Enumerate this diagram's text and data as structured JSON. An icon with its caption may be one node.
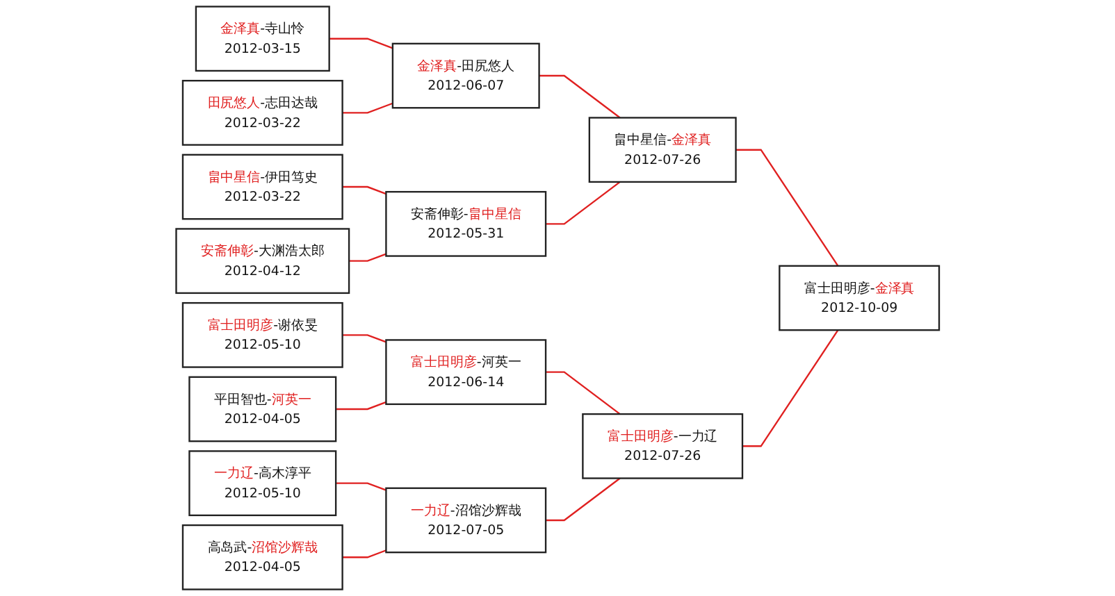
{
  "diagram": {
    "nodes": [
      {
        "text": [
          "**金泽真**-寺山怜",
          "2012-03-15"
        ]
      },
      {
        "text": [
          "**田尻悠人**-志田达哉",
          "2012-03-22"
        ]
      },
      {
        "text": [
          "**畠中星信**-伊田笃史",
          "2012-03-22"
        ]
      },
      {
        "text": [
          "**安斋伸彰**-大渊浩太郎",
          "2012-04-12"
        ]
      },
      {
        "text": [
          "**富士田明彦**-谢依旻",
          "2012-05-10"
        ]
      },
      {
        "text": [
          "平田智也-**河英一**",
          "2012-04-05"
        ]
      },
      {
        "text": [
          "**一力辽**-高木淳平",
          "2012-05-10"
        ]
      },
      {
        "text": [
          "高岛武-**沼馆沙辉哉**",
          "2012-04-05"
        ]
      },
      {
        "text": [
          "**金泽真**-田尻悠人",
          "2012-06-07"
        ]
      },
      {
        "text": [
          "安斋伸彰-**畠中星信**",
          "2012-05-31"
        ]
      },
      {
        "text": [
          "**富士田明彦**-河英一",
          "2012-06-14"
        ]
      },
      {
        "text": [
          "**一力辽**-沼馆沙辉哉",
          "2012-07-05"
        ]
      },
      {
        "text": [
          "畠中星信-**金泽真**",
          "2012-07-26"
        ]
      },
      {
        "text": [
          "**富士田明彦**-一力辽",
          "2012-07-26"
        ]
      },
      {
        "text": [
          "富士田明彦-**金泽真**",
          "2012-10-09"
        ]
      }
    ],
    "edges": [
      {
        "from": 0,
        "to": 8,
        "arrow": "none"
      },
      {
        "from": 1,
        "to": 8,
        "arrow": "none"
      },
      {
        "from": 2,
        "to": 9,
        "arrow": "none"
      },
      {
        "from": 3,
        "to": 9,
        "arrow": "none"
      },
      {
        "from": 4,
        "to": 10,
        "arrow": "none"
      },
      {
        "from": 5,
        "to": 10,
        "arrow": "none"
      },
      {
        "from": 6,
        "to": 11,
        "arrow": "none"
      },
      {
        "from": 7,
        "to": 11,
        "arrow": "none"
      },
      {
        "from": 8,
        "to": 12,
        "arrow": "none"
      },
      {
        "from": 9,
        "to": 12,
        "arrow": "none"
      },
      {
        "from": 10,
        "to": 13,
        "arrow": "none"
      },
      {
        "from": 11,
        "to": 13,
        "arrow": "none"
      },
      {
        "from": 12,
        "to": 14,
        "arrow": "none"
      },
      {
        "from": 13,
        "to": 14,
        "arrow": "none"
      }
    ]
  }
}
